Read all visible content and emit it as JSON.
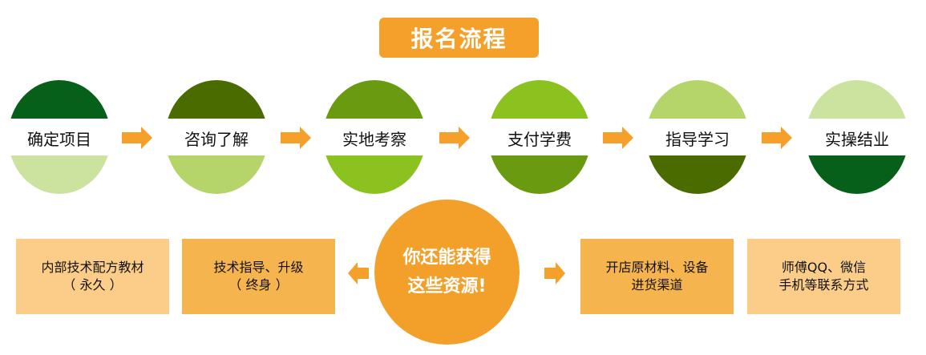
{
  "title": "报名流程",
  "steps": [
    {
      "label": "确定项目",
      "top": "#06601a",
      "bottom": "#cce3a0"
    },
    {
      "label": "咨询了解",
      "top": "#4a6b00",
      "bottom": "#b5d46a"
    },
    {
      "label": "实地考察",
      "top": "#6a9a10",
      "bottom": "#8cc220"
    },
    {
      "label": "支付学费",
      "top": "#8cc220",
      "bottom": "#6a9a10"
    },
    {
      "label": "指导学习",
      "top": "#b5d46a",
      "bottom": "#4a6b00"
    },
    {
      "label": "实操结业",
      "top": "#cce3a0",
      "bottom": "#06601a"
    }
  ],
  "center": {
    "line1": "你还能获得",
    "line2": "这些资源!"
  },
  "resources": [
    {
      "line1": "内部技术配方教材",
      "line2": "（ 永久 ）",
      "color": "#fbcd89"
    },
    {
      "line1": "技术指导、升级",
      "line2": "（ 终身 ）",
      "color": "#f6b44f"
    },
    {
      "line1": "开店原材料、设备",
      "line2": "进货渠道",
      "color": "#f6b44f"
    },
    {
      "line1": "师傅QQ、微信",
      "line2": "手机等联系方式",
      "color": "#fbcd89"
    }
  ],
  "accent": "#f4a02a"
}
